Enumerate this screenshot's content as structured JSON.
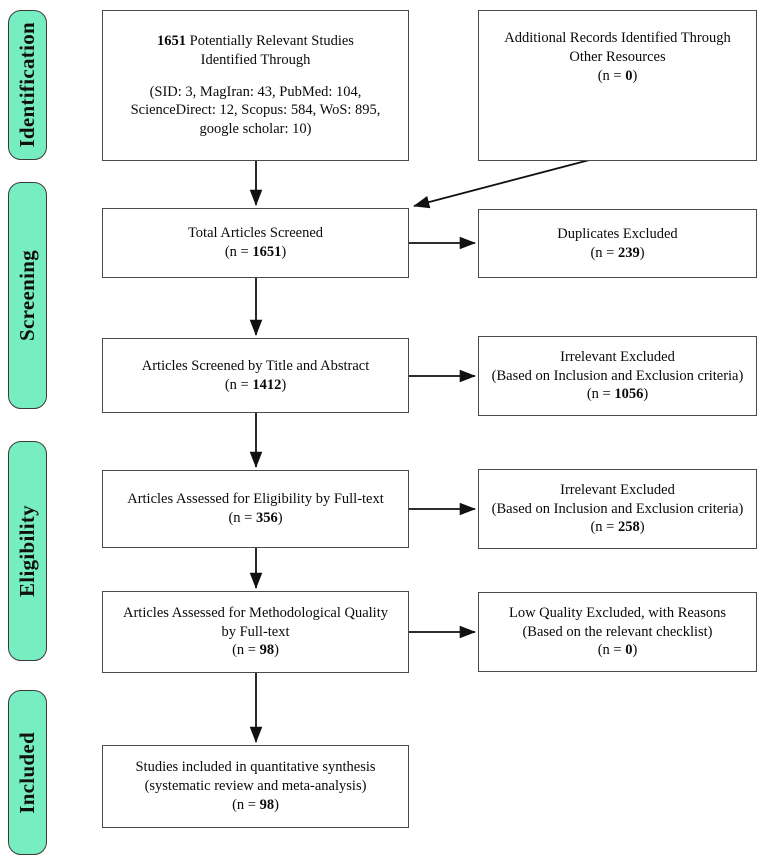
{
  "diagram": {
    "title": "PRISMA study selection flow diagram",
    "accent_color": "#77EEC2",
    "border_color": "#4a4a4a",
    "text_color": "#0a0a0a"
  },
  "stages": [
    {
      "label": "Identification"
    },
    {
      "label": "Screening"
    },
    {
      "label": "Eligibility"
    },
    {
      "label": "Included"
    }
  ],
  "boxes": {
    "identified": {
      "count": "1651",
      "line1_rest": " Potentially Relevant Studies",
      "line2": "Identified Through",
      "sources_line1": "(SID: 3, MagIran: 43, PubMed: 104,",
      "sources_line2": "ScienceDirect: 12, Scopus: 584, WoS: 895,",
      "sources_line3": "google scholar: 10)"
    },
    "additional_records": {
      "line1": "Additional Records Identified Through",
      "line2": "Other Resources",
      "n_prefix": "(n = ",
      "n_value": "0",
      "n_suffix": ")"
    },
    "total_screened": {
      "line1": "Total Articles Screened",
      "n_prefix": "(n = ",
      "n_value": "1651",
      "n_suffix": ")"
    },
    "duplicates_excluded": {
      "line1": "Duplicates Excluded",
      "n_prefix": "(n = ",
      "n_value": "239",
      "n_suffix": ")"
    },
    "screened_title_abstract": {
      "line1": "Articles Screened by Title and Abstract",
      "n_prefix": "(n = ",
      "n_value": "1412",
      "n_suffix": ")"
    },
    "irrelevant_excluded_1": {
      "line1": "Irrelevant Excluded",
      "line2": "(Based on Inclusion and Exclusion criteria)",
      "n_prefix": "(n = ",
      "n_value": "1056",
      "n_suffix": ")"
    },
    "eligibility_fulltext": {
      "line1": "Articles Assessed for Eligibility by Full-text",
      "n_prefix": "(n = ",
      "n_value": "356",
      "n_suffix": ")"
    },
    "irrelevant_excluded_2": {
      "line1": "Irrelevant Excluded",
      "line2": "(Based on Inclusion and Exclusion criteria)",
      "n_prefix": "(n = ",
      "n_value": "258",
      "n_suffix": ")"
    },
    "methodological_quality": {
      "line1": "Articles Assessed for Methodological Quality",
      "line2": "by Full-text",
      "n_prefix": "(n = ",
      "n_value": "98",
      "n_suffix": ")"
    },
    "low_quality_excluded": {
      "line1": "Low Quality Excluded, with Reasons",
      "line2": "(Based on the relevant checklist)",
      "n_prefix": "(n = ",
      "n_value": "0",
      "n_suffix": ")"
    },
    "included_studies": {
      "line1": "Studies included in quantitative synthesis",
      "line2": "(systematic review and meta-analysis)",
      "n_prefix": "(n = ",
      "n_value": "98",
      "n_suffix": ")"
    }
  }
}
